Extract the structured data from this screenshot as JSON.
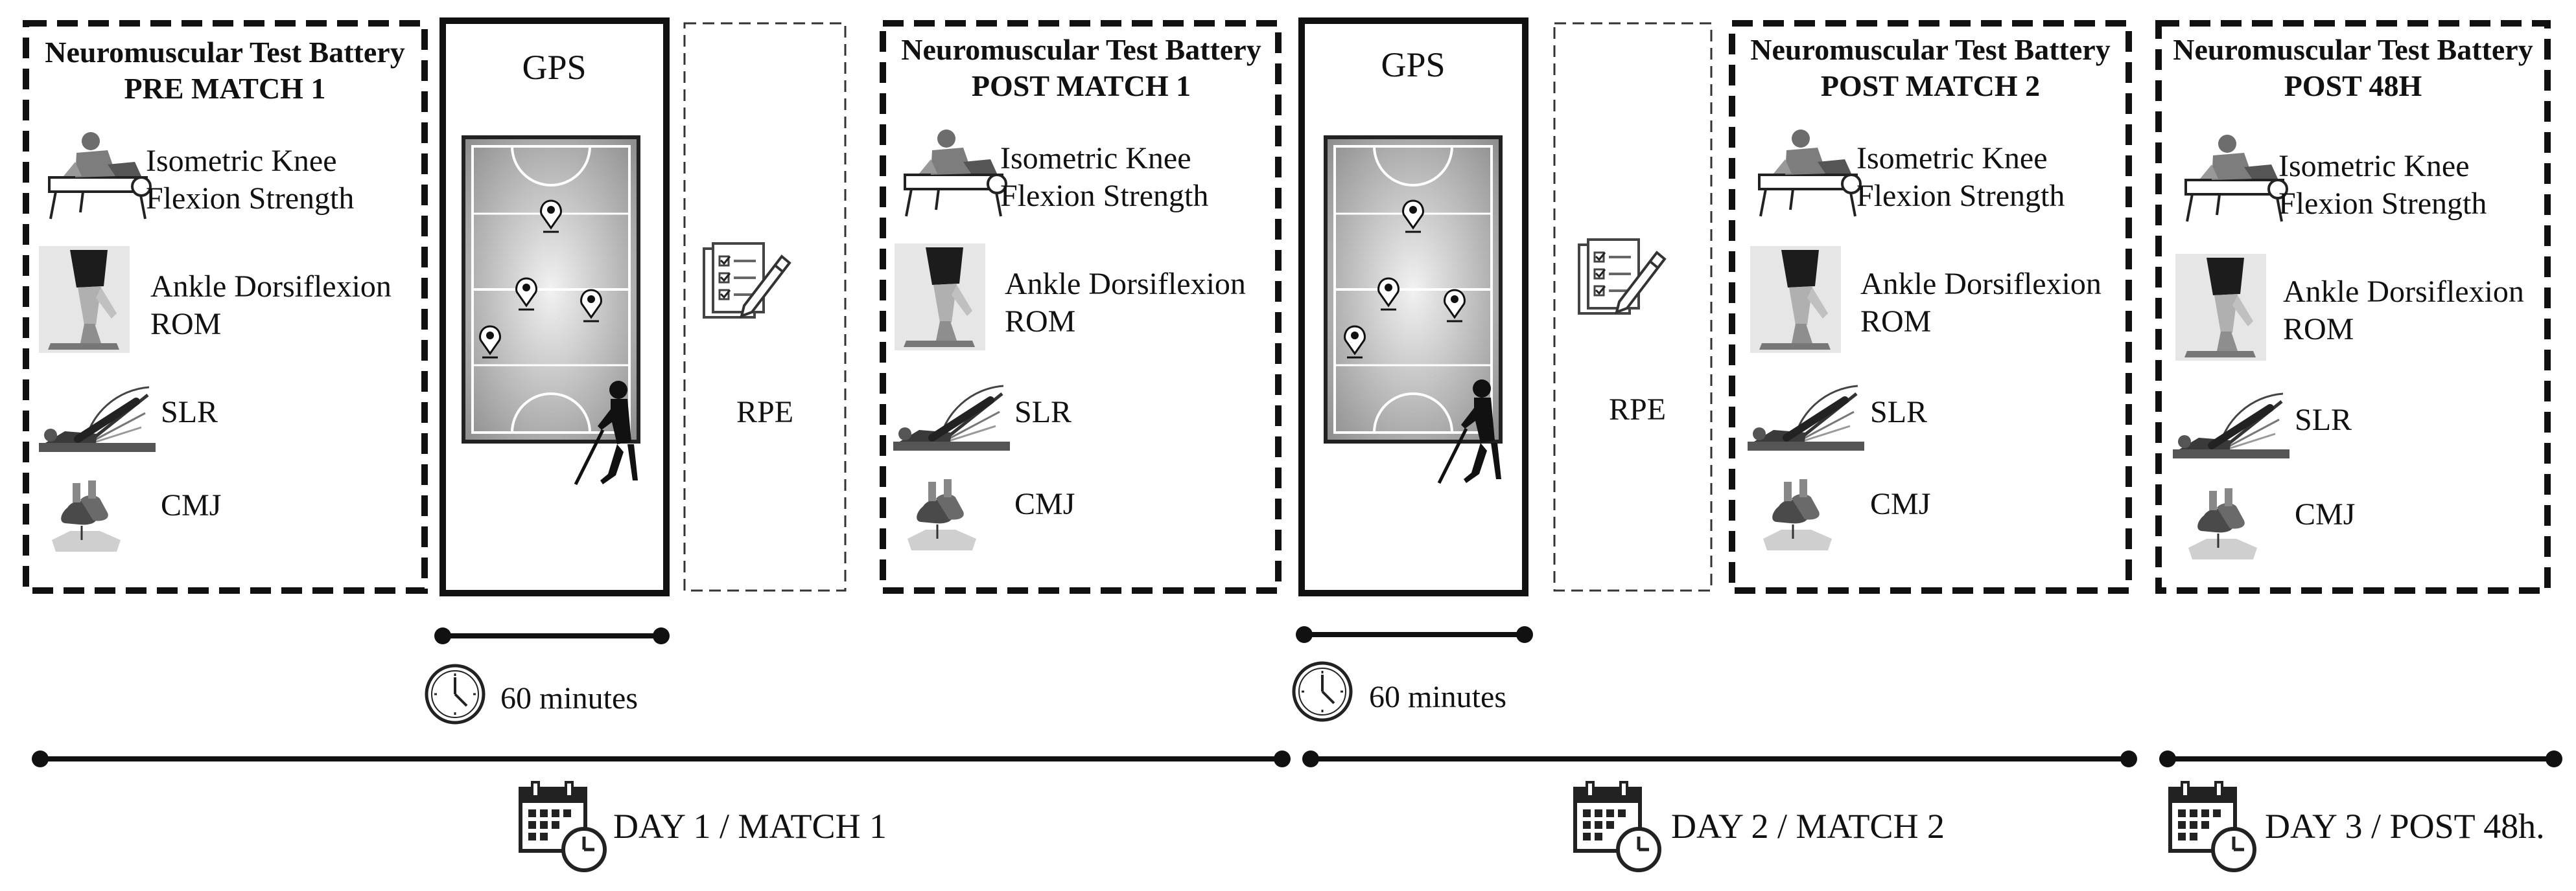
{
  "battery_boxes": [
    {
      "heading": "Neuromuscular Test Battery",
      "subheading": "PRE MATCH 1",
      "tests": [
        {
          "line1": "Isometric Knee",
          "line2": "Flexion Strength"
        },
        {
          "line1": "Ankle Dorsiflexion",
          "line2": "ROM"
        },
        {
          "line1": "SLR",
          "line2": ""
        },
        {
          "line1": "CMJ",
          "line2": ""
        }
      ]
    },
    {
      "heading": "Neuromuscular Test Battery",
      "subheading": "POST MATCH 1",
      "tests": [
        {
          "line1": "Isometric Knee",
          "line2": "Flexion Strength"
        },
        {
          "line1": "Ankle Dorsiflexion",
          "line2": "ROM"
        },
        {
          "line1": "SLR",
          "line2": ""
        },
        {
          "line1": "CMJ",
          "line2": ""
        }
      ]
    },
    {
      "heading": "Neuromuscular Test Battery",
      "subheading": "POST MATCH 2",
      "tests": [
        {
          "line1": "Isometric Knee",
          "line2": "Flexion Strength"
        },
        {
          "line1": "Ankle Dorsiflexion",
          "line2": "ROM"
        },
        {
          "line1": "SLR",
          "line2": ""
        },
        {
          "line1": "CMJ",
          "line2": ""
        }
      ]
    },
    {
      "heading": "Neuromuscular Test Battery",
      "subheading": "POST 48H",
      "tests": [
        {
          "line1": "Isometric Knee",
          "line2": "Flexion Strength"
        },
        {
          "line1": "Ankle Dorsiflexion",
          "line2": "ROM"
        },
        {
          "line1": "SLR",
          "line2": ""
        },
        {
          "line1": "CMJ",
          "line2": ""
        }
      ]
    }
  ],
  "gps_boxes": [
    {
      "label": "GPS"
    },
    {
      "label": "GPS"
    }
  ],
  "rpe_boxes": [
    {
      "label": "RPE"
    },
    {
      "label": "RPE"
    }
  ],
  "durations": [
    {
      "label": "60 minutes"
    },
    {
      "label": "60 minutes"
    }
  ],
  "days": [
    {
      "label": "DAY 1 / MATCH 1"
    },
    {
      "label": "DAY 2 / MATCH 2"
    },
    {
      "label": "DAY 3 / POST 48h."
    }
  ],
  "icons": {
    "knee_test": "knee-dynamometer-icon",
    "ankle_test": "ankle-lunge-icon",
    "slr_test": "straight-leg-raise-icon",
    "cmj_test": "jump-shoes-icon",
    "gps": "court-gps-icon",
    "rpe": "checklist-pencil-icon",
    "clock": "clock-icon",
    "calendar": "calendar-icon"
  },
  "colors": {
    "line": "#111111",
    "court": "#9a9a9a",
    "icon_gray": "#7a7a7a"
  }
}
